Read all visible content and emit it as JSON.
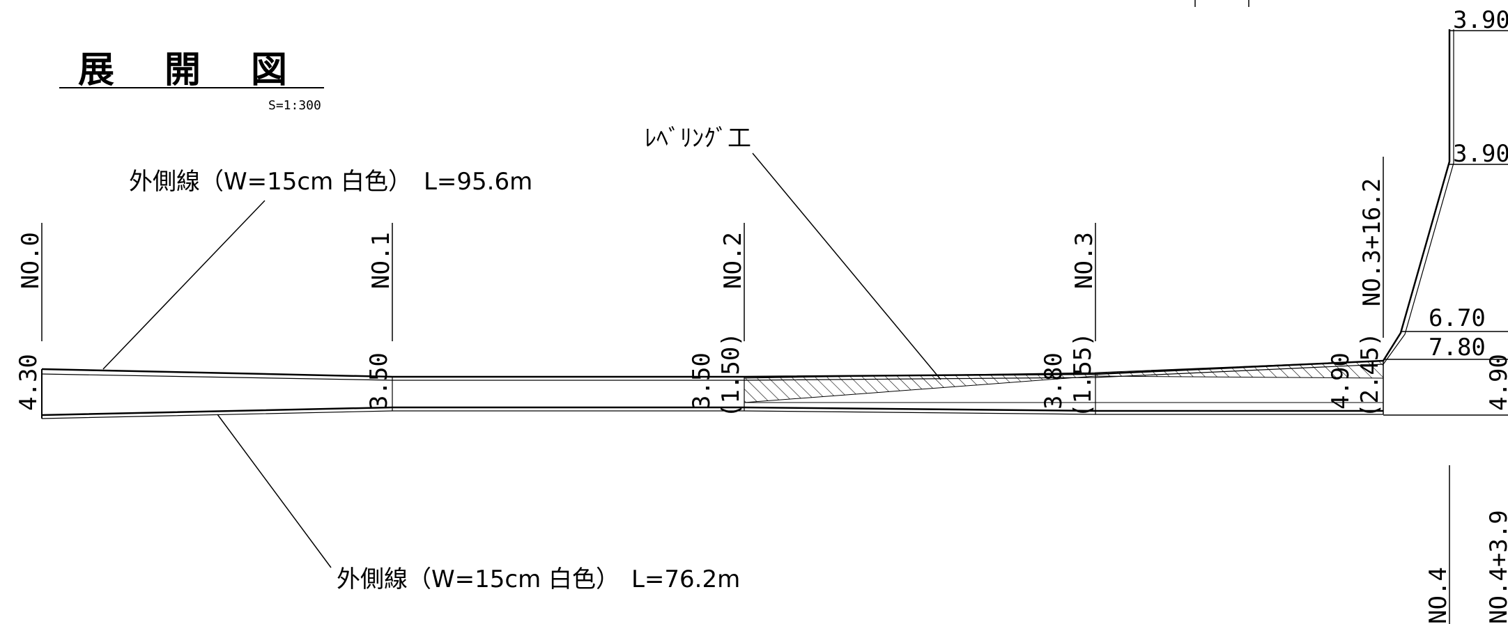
{
  "title": "展　開　図",
  "scale": "S=1:300",
  "leveling_label": "ﾚﾍﾞﾘﾝｸﾞ工",
  "outer_line_top": "外側線（W=15cm 白色）　L=95.6m",
  "outer_line_bottom": "外側線（W=15cm 白色）　L=76.2m",
  "stations": [
    "NO.0",
    "NO.1",
    "NO.2",
    "NO.3",
    "NO.3+16.2",
    "NO.4",
    "NO.4+3.9"
  ],
  "widths": {
    "w_no0": "4.30",
    "w_no1": "3.50",
    "w_no2": "3.50",
    "w_no2_paren": "(1.50)",
    "w_no3": "3.80",
    "w_no3_paren": "(1.55)",
    "w_no3_16": "4.90",
    "w_no3_16_paren": "(2.45)",
    "w_right": "4.90"
  },
  "right_dims": [
    "3.90",
    "3.90",
    "6.70",
    "7.80"
  ],
  "colors": {
    "line": "#000000",
    "background": "#ffffff"
  }
}
